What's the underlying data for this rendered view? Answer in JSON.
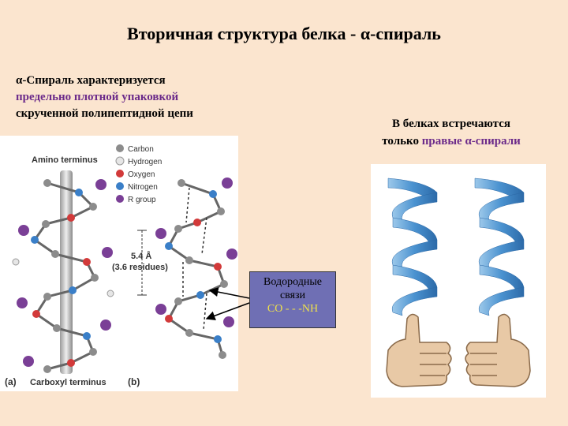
{
  "slide": {
    "title": "Вторичная структура белка - α-спираль",
    "intro": {
      "line1": "α-Спираль характеризуется",
      "line2": "предельно плотной упаковкой",
      "line3": "скрученной полипептидной цепи"
    },
    "right_caption": {
      "line1": "В белках встречаются",
      "line2_prefix": "только ",
      "line2_highlight": "правые α-спирали"
    },
    "hbond_box": {
      "line1": "Водородные",
      "line2": "связи",
      "line3": "CO - - -NH"
    },
    "figure": {
      "amino_terminus": "Amino terminus",
      "carboxyl_terminus": "Carboxyl terminus",
      "label_a": "(a)",
      "label_b": "(b)",
      "pitch_value": "5.4 Å",
      "pitch_residues": "(3.6 residues)",
      "legend": [
        {
          "label": "Carbon",
          "color": "#8c8c8c"
        },
        {
          "label": "Hydrogen",
          "color": "#e6e6e6"
        },
        {
          "label": "Oxygen",
          "color": "#d23a3a"
        },
        {
          "label": "Nitrogen",
          "color": "#3a7fc8"
        },
        {
          "label": "R group",
          "color": "#7a3f96"
        }
      ]
    },
    "colors": {
      "background": "#fbe5cf",
      "highlight": "#6b2a8a",
      "box_fill": "#6f6fb4",
      "box_yellow": "#f0e24a",
      "ribbon": "#4a92d0"
    }
  }
}
